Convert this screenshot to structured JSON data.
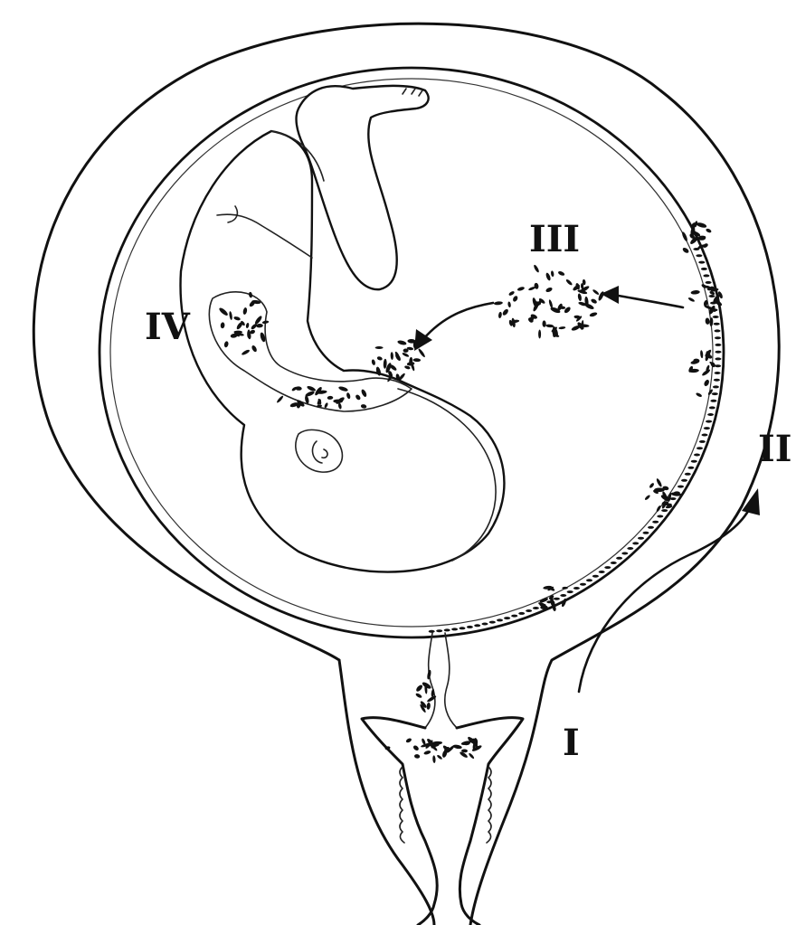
{
  "labels": {
    "stage_1": "I",
    "stage_2": "II",
    "stage_3": "III",
    "stage_4": "IV"
  }
}
